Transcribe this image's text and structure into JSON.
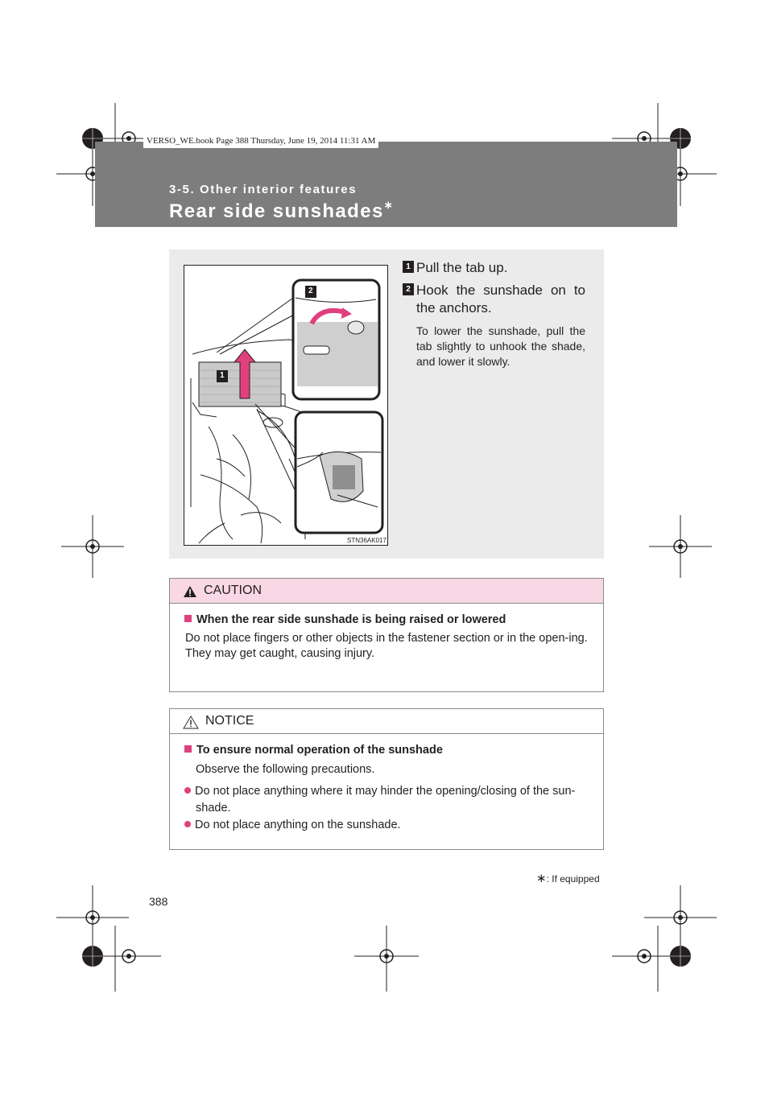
{
  "book_info": "VERSO_WE.book  Page 388  Thursday, June 19, 2014  11:31 AM",
  "header": {
    "section": "3-5. Other interior features",
    "title": "Rear side sunshades",
    "title_mark": "∗"
  },
  "illustration": {
    "callout_1": "1",
    "callout_2": "2",
    "code": "STN36AK017"
  },
  "steps": [
    {
      "num": "1",
      "text": "Pull the tab up."
    },
    {
      "num": "2",
      "text": "Hook the sunshade on to the anchors."
    }
  ],
  "lower_note": "To lower the sunshade, pull the tab slightly to unhook the shade, and lower it slowly.",
  "caution": {
    "label": "CAUTION",
    "item_title": "When the rear side sunshade is being raised or lowered",
    "body": "Do not place fingers or other objects in the fastener section or in the open-ing.",
    "body2": "They may get caught, causing injury."
  },
  "notice": {
    "label": "NOTICE",
    "item_title": "To ensure normal operation of the sunshade",
    "body": "Observe the following precautions.",
    "bullets": [
      "Do not place anything where it may hinder the opening/closing of the sun-shade.",
      "Do not place anything on the sunshade."
    ]
  },
  "footnote": {
    "mark": "∗",
    "text": ": If equipped"
  },
  "page_number": "388",
  "colors": {
    "header_band": "#7d7d7d",
    "caution_bg": "#f9d7e4",
    "accent": "#e0407e",
    "panel_bg": "#ebebeb"
  }
}
